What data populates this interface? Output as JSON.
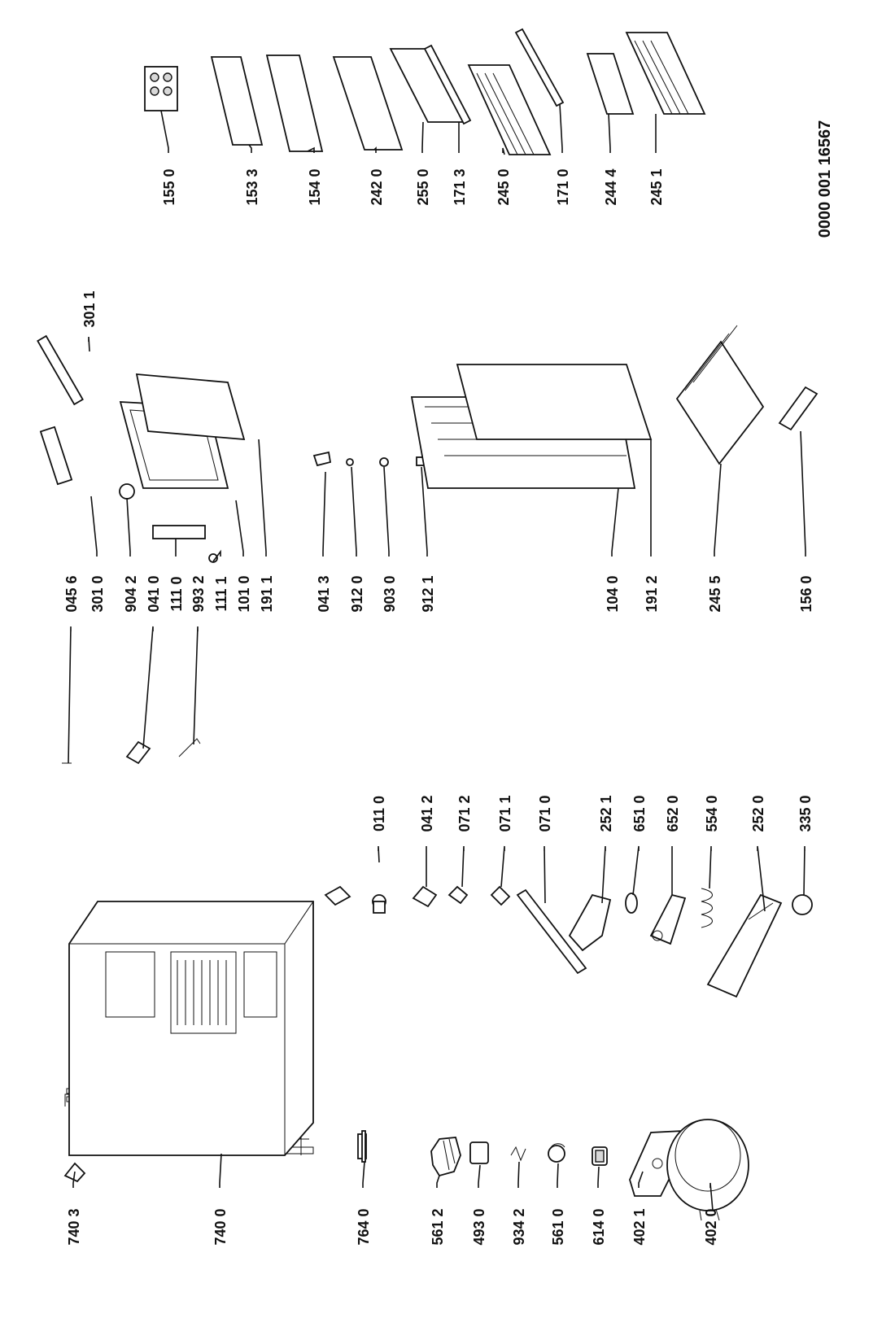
{
  "document_code": "0000 001 16567",
  "callouts": [
    {
      "id": "740-3",
      "label": "740 3"
    },
    {
      "id": "740-0",
      "label": "740 0"
    },
    {
      "id": "764-0",
      "label": "764 0"
    },
    {
      "id": "561-2",
      "label": "561 2"
    },
    {
      "id": "493-0",
      "label": "493 0"
    },
    {
      "id": "934-2",
      "label": "934 2"
    },
    {
      "id": "561-0",
      "label": "561 0"
    },
    {
      "id": "614-0",
      "label": "614 0"
    },
    {
      "id": "402-1",
      "label": "402 1"
    },
    {
      "id": "402-0",
      "label": "402 0"
    },
    {
      "id": "011-0",
      "label": "011 0"
    },
    {
      "id": "041-2",
      "label": "041 2"
    },
    {
      "id": "071-2",
      "label": "071 2"
    },
    {
      "id": "071-1",
      "label": "071 1"
    },
    {
      "id": "071-0",
      "label": "071 0"
    },
    {
      "id": "252-1",
      "label": "252 1"
    },
    {
      "id": "651-0",
      "label": "651 0"
    },
    {
      "id": "652-0",
      "label": "652 0"
    },
    {
      "id": "554-0",
      "label": "554 0"
    },
    {
      "id": "252-0",
      "label": "252 0"
    },
    {
      "id": "335-0",
      "label": "335 0"
    },
    {
      "id": "045-6",
      "label": "045 6"
    },
    {
      "id": "301-0",
      "label": "301 0"
    },
    {
      "id": "904-2",
      "label": "904 2"
    },
    {
      "id": "041-0",
      "label": "041 0"
    },
    {
      "id": "111-0",
      "label": "111 0"
    },
    {
      "id": "993-2",
      "label": "993 2"
    },
    {
      "id": "111-1",
      "label": "111 1"
    },
    {
      "id": "101-0",
      "label": "101 0"
    },
    {
      "id": "191-1",
      "label": "191 1"
    },
    {
      "id": "301-1",
      "label": "301 1"
    },
    {
      "id": "041-3",
      "label": "041 3"
    },
    {
      "id": "912-0",
      "label": "912 0"
    },
    {
      "id": "903-0",
      "label": "903 0"
    },
    {
      "id": "912-1",
      "label": "912 1"
    },
    {
      "id": "104-0",
      "label": "104 0"
    },
    {
      "id": "191-2",
      "label": "191 2"
    },
    {
      "id": "245-5",
      "label": "245 5"
    },
    {
      "id": "156-0",
      "label": "156 0"
    },
    {
      "id": "155-0",
      "label": "155 0"
    },
    {
      "id": "153-3",
      "label": "153 3"
    },
    {
      "id": "154-0",
      "label": "154 0"
    },
    {
      "id": "242-0",
      "label": "242 0"
    },
    {
      "id": "255-0",
      "label": "255 0"
    },
    {
      "id": "171-3",
      "label": "171 3"
    },
    {
      "id": "245-0",
      "label": "245 0"
    },
    {
      "id": "171-0",
      "label": "171 0"
    },
    {
      "id": "244-4",
      "label": "244 4"
    },
    {
      "id": "245-1",
      "label": "245 1"
    }
  ]
}
